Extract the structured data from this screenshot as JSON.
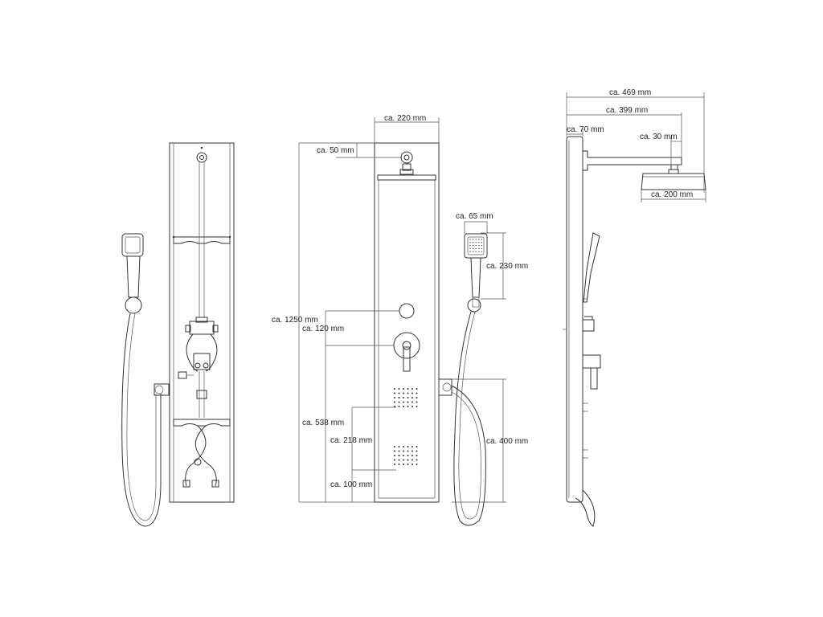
{
  "dimensions": {
    "width_total": "ca. 220 mm",
    "top_to_head": "ca. 50 mm",
    "height_total": "ca. 1250 mm",
    "valve_spacing": "ca. 120 mm",
    "mixer_height": "ca. 538 mm",
    "jet_spacing": "ca. 218 mm",
    "jet_bottom": "ca. 100 mm",
    "hand_width": "ca. 65 mm",
    "hand_length": "ca. 230 mm",
    "outlet_height": "ca. 400 mm",
    "arm_reach": "ca. 469 mm",
    "arm_length": "ca. 399 mm",
    "panel_depth": "ca. 70 mm",
    "head_depth": "ca. 30 mm",
    "head_width": "ca. 200 mm"
  }
}
